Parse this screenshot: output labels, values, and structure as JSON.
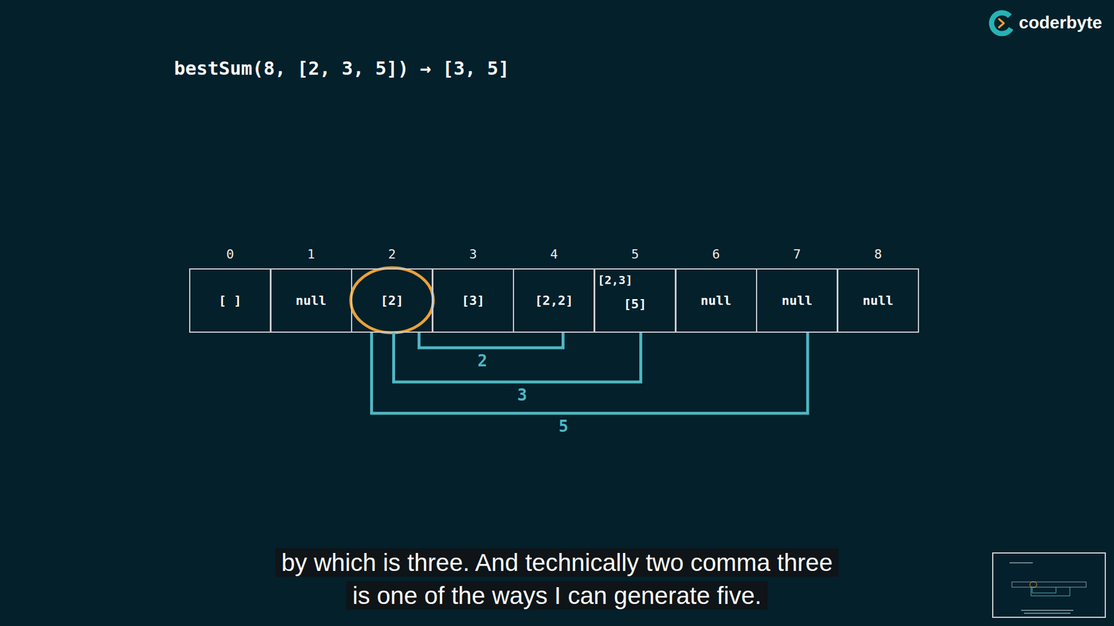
{
  "diagram": {
    "title": "bestSum(8, [2, 3, 5]) → [3, 5]",
    "caption": "by which is three. And technically two comma three is one of the ways I can generate five.",
    "nodes": [
      {
        "text": [
          "0",
          "[ ]"
        ]
      },
      {
        "text": [
          "1",
          "null"
        ]
      },
      {
        "text": [
          "2",
          "[2]"
        ]
      },
      {
        "text": [
          "3",
          "[3]"
        ]
      },
      {
        "text": [
          "4",
          "[2,2]"
        ]
      },
      {
        "text": [
          "5",
          "[2,3]",
          "[5]"
        ]
      },
      {
        "text": [
          "6",
          "null"
        ]
      },
      {
        "text": [
          "7",
          "null"
        ]
      },
      {
        "text": [
          "8",
          "null"
        ]
      }
    ],
    "edges": [
      {
        "from": 2,
        "to": 4,
        "label": "2",
        "arrow": "none"
      },
      {
        "from": 2,
        "to": 5,
        "label": "3",
        "arrow": "none"
      },
      {
        "from": 2,
        "to": 7,
        "label": "5",
        "arrow": "none"
      }
    ],
    "labels": [
      "coderbyte"
    ]
  }
}
